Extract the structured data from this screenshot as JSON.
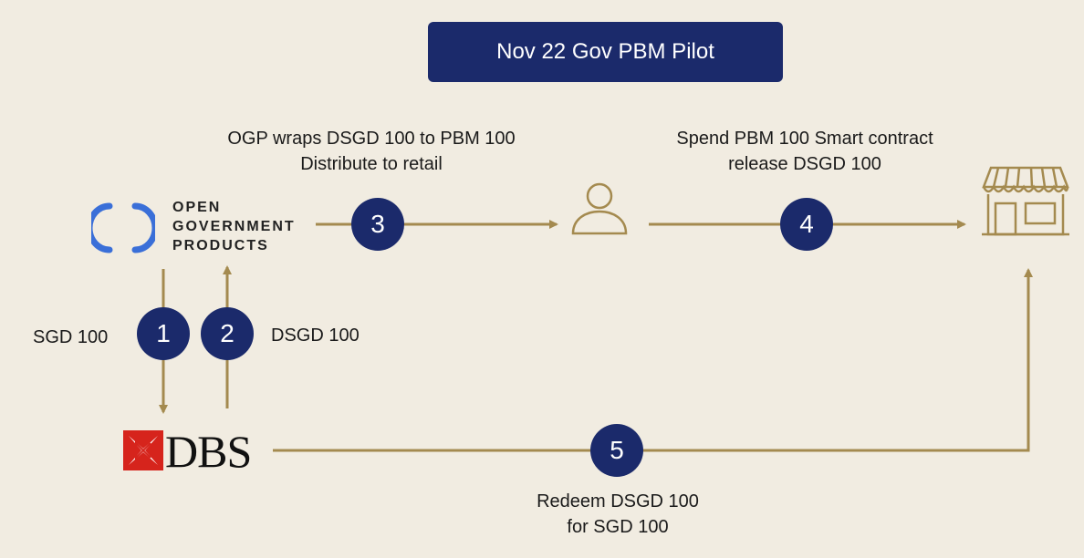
{
  "title": "Nov 22 Gov PBM Pilot",
  "logos": {
    "ogp": [
      "OPEN",
      "GOVERNMENT",
      "PRODUCTS"
    ],
    "dbs": "DBS"
  },
  "steps": [
    "1",
    "2",
    "3",
    "4",
    "5"
  ],
  "labels": {
    "sgd_100": "SGD 100",
    "dsgd_100": "DSGD 100",
    "step3_line1": "OGP wraps DSGD 100 to PBM 100",
    "step3_line2": "Distribute to retail",
    "step4_line1": "Spend PBM 100 Smart contract",
    "step4_line2": "release DSGD 100",
    "step5_line1": "Redeem DSGD 100",
    "step5_line2": "for SGD 100"
  },
  "colors": {
    "background": "#f1ece1",
    "navy": "#1b2a6b",
    "arrow": "#a48a4f",
    "ogp_blue": "#3a6fd8",
    "dbs_red": "#d6241c"
  },
  "icons": [
    "person-icon",
    "storefront-icon"
  ]
}
